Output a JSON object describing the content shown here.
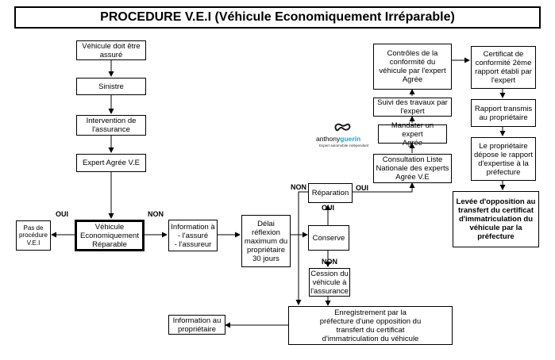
{
  "title": "PROCEDURE V.E.I (Véhicule Economiquement Irréparable)",
  "boxes": {
    "assure": "Véhicule doit être\nassuré",
    "sinistre": "Sinistre",
    "intervention": "Intervention de\nl'assurance",
    "expert": "Expert Agrée V.E",
    "pas_procedure": "Pas de\nprocédure\nV.E.I",
    "reparable": "Véhicule\nEconomiquement\nRéparable",
    "information": "Information à\n- l'assuré\n- l'assureur",
    "delai": "Délai\nréflexion\nmaximum du\npropriétaire\n30 jours",
    "reparation": "Réparation",
    "conserve": "Conserve",
    "cession": "Cession du\nvéhicule à\nl'assurance",
    "enregistrement": "Enregistrement par la\npréfecture d'une opposition du\ntransfert du certificat\nd'immatriculation du véhicule",
    "info_proprio": "Information au\npropriétaire",
    "consultation": "Consultation Liste\nNationale des experts\nAgrée V.E",
    "mandater": "Mandater un expert\nAgrée",
    "suivi": "Suivi des travaux par\nl'expert",
    "controles": "Contrôles de la\nconformité du\nvéhicule par l'expert\nAgrée",
    "certificat": "Certificat de\nconformité 2ème\nrapport établi par\nl'expert",
    "rapport": "Rapport transmis\nau propriétaire",
    "depose": "Le propriétaire\ndépose le rapport\nd'expertise à la\npréfecture",
    "levee": "Levée d'opposition au\ntransfert du certificat\nd'immatriculation du\nvéhicule par la\npréfecture"
  },
  "labels": {
    "oui_left": "OUI",
    "non_info": "NON",
    "non_top": "NON",
    "oui_reparation": "OUI",
    "oui_conserve": "OUI",
    "non_cession": "NON"
  },
  "logo": {
    "text_a": "anthony",
    "text_b": "guerin",
    "subtitle": "Expert automobile indépendant",
    "accent": "#1aa3d9"
  }
}
